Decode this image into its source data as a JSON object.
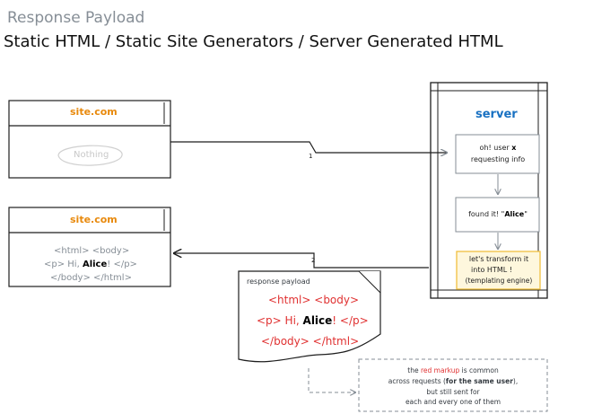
{
  "title": {
    "subtitle": "Response Payload",
    "main": "Static HTML / Static Site Generators / Server Generated HTML"
  },
  "browser_top": {
    "site": "site.com",
    "content": "Nothing"
  },
  "browser_bottom": {
    "site": "site.com",
    "line1": "<html> <body>",
    "line2_pre": "<p> Hi, ",
    "line2_name": "Alice",
    "line2_post": "! </p>",
    "line3": "</body> </html>"
  },
  "server": {
    "label": "server",
    "step1_line1": "oh! user",
    "step1_x": "x",
    "step1_line2": "requesting info",
    "step2_pre": "found it! \"",
    "step2_name": "Alice",
    "step2_post": "\"",
    "step3_line1": "let's transform it",
    "step3_line2": "into HTML !",
    "step3_line3": "(templating engine)"
  },
  "arrows": {
    "request_num": "1",
    "response_num": "2"
  },
  "payload": {
    "label": "response payload",
    "line1": "<html> <body>",
    "line2_pre": "<p> Hi, ",
    "line2_name": "Alice",
    "line2_post": "! </p>",
    "line3": "</body> </html>"
  },
  "note": {
    "l1_pre": "the ",
    "l1_red": "red markup",
    "l1_post": " is common",
    "l2_pre": "across requests (",
    "l2_bold": "for the same user",
    "l2_post": "),",
    "l3": "but still sent for",
    "l4": "each and every one of them"
  },
  "colors": {
    "site": "#e8890c",
    "server": "#1971c2",
    "markup": "#e03131",
    "highlight": "#f0c040",
    "gray": "#868e96"
  }
}
